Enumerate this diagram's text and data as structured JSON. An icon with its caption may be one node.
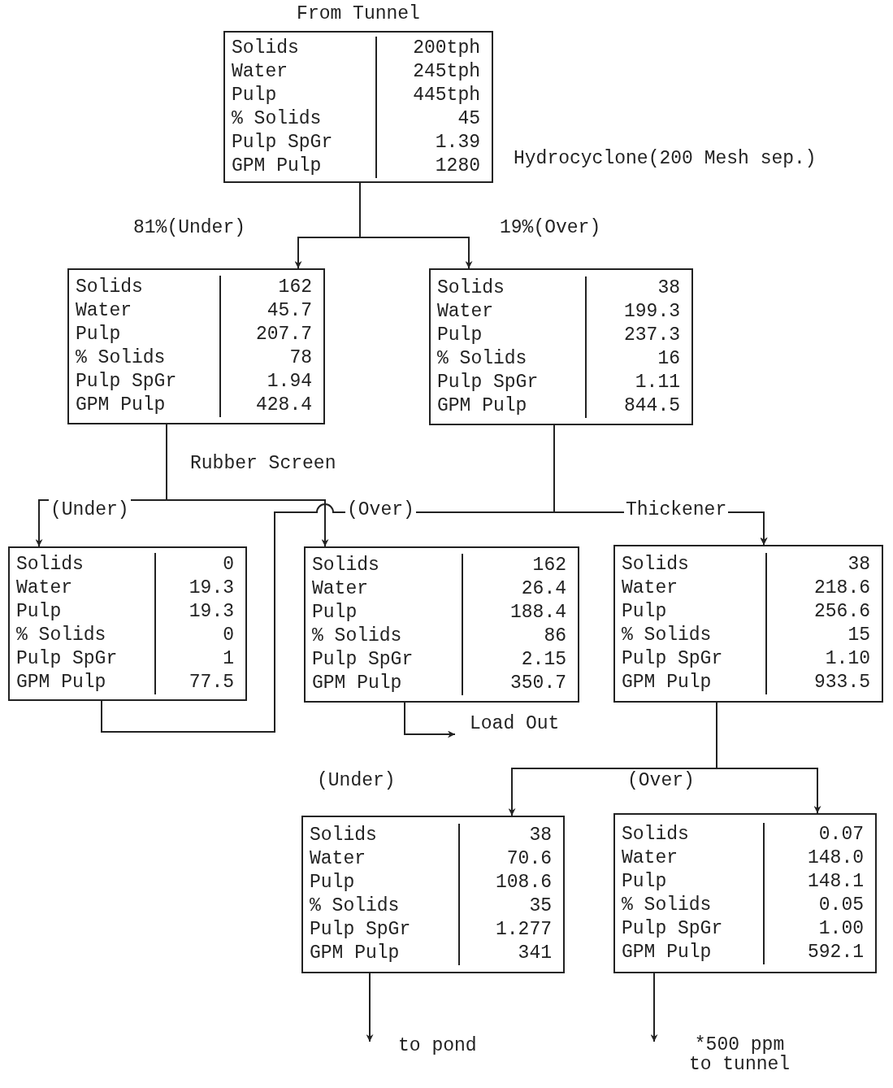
{
  "diagram": {
    "nodes": [
      {
        "text": [
          "From Tunnel",
          "Solids",
          "200tph",
          "Water",
          "245tph",
          "Pulp",
          "445tph",
          "% Solids",
          "45",
          "Pulp SpGr",
          "1.39",
          "GPM Pulp",
          "1280"
        ]
      },
      {
        "text": [
          "Solids",
          "162",
          "Water",
          "45.7",
          "Pulp",
          "207.7",
          "% Solids",
          "78",
          "Pulp SpGr",
          "1.94",
          "GPM Pulp",
          "428.4"
        ]
      },
      {
        "text": [
          "Solids",
          "38",
          "Water",
          "199.3",
          "Pulp",
          "237.3",
          "% Solids",
          "16",
          "Pulp SpGr",
          "1.11",
          "GPM Pulp",
          "844.5"
        ]
      },
      {
        "text": [
          "Solids",
          "0",
          "Water",
          "19.3",
          "Pulp",
          "19.3",
          "% Solids",
          "0",
          "Pulp SpGr",
          "1",
          "GPM Pulp",
          "77.5"
        ]
      },
      {
        "text": [
          "Solids",
          "162",
          "Water",
          "26.4",
          "Pulp",
          "188.4",
          "% Solids",
          "86",
          "Pulp SpGr",
          "2.15",
          "GPM Pulp",
          "350.7"
        ]
      },
      {
        "text": [
          "Solids",
          "38",
          "Water",
          "218.6",
          "Pulp",
          "256.6",
          "% Solids",
          "15",
          "Pulp SpGr",
          "1.10",
          "GPM Pulp",
          "933.5"
        ]
      },
      {
        "text": [
          "Solids",
          "38",
          "Water",
          "70.6",
          "Pulp",
          "108.6",
          "% Solids",
          "35",
          "Pulp SpGr",
          "1.277",
          "GPM Pulp",
          "341"
        ]
      },
      {
        "text": [
          "Solids",
          "0.07",
          "Water",
          "148.0",
          "Pulp",
          "148.1",
          "% Solids",
          "0.05",
          "Pulp SpGr",
          "1.00",
          "GPM Pulp",
          "592.1"
        ]
      },
      {
        "text": [
          "Load Out"
        ]
      },
      {
        "text": [
          "to pond"
        ]
      },
      {
        "text": [
          "*500 ppm to tunnel"
        ]
      }
    ],
    "edges": [
      {
        "from": 0,
        "to": 1,
        "arrow": "to"
      },
      {
        "from": 0,
        "to": 2,
        "arrow": "to"
      },
      {
        "from": 1,
        "to": 3,
        "arrow": "to"
      },
      {
        "from": 1,
        "to": 4,
        "arrow": "to"
      },
      {
        "from": 3,
        "to": 5,
        "arrow": "to"
      },
      {
        "from": 2,
        "to": 5,
        "arrow": "to"
      },
      {
        "from": 5,
        "to": 6,
        "arrow": "to"
      },
      {
        "from": 5,
        "to": 7,
        "arrow": "to"
      },
      {
        "from": 4,
        "to": 8,
        "arrow": "to"
      },
      {
        "from": 6,
        "to": 9,
        "arrow": "to"
      },
      {
        "from": 7,
        "to": 10,
        "arrow": "to"
      }
    ],
    "labels": [
      "Hydrocyclone(200 Mesh sep.)",
      "81%(Under)",
      "19%(Over)",
      "Rubber Screen",
      "(Under)",
      "(Over)",
      "Thickener",
      "(Under)",
      "(Over)"
    ]
  }
}
